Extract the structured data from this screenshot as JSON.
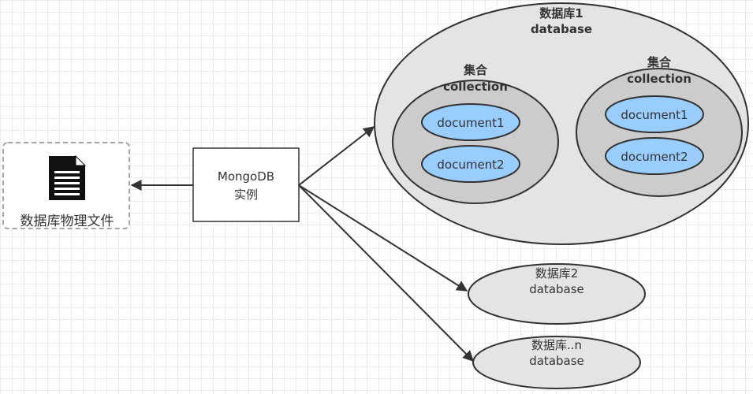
{
  "diagram": {
    "file_label": "数据库物理文件",
    "instance": {
      "line1": "MongoDB",
      "line2": "实例"
    },
    "database1": {
      "name": "数据库1",
      "type": "database",
      "collections": [
        {
          "name": "集合",
          "type": "collection",
          "documents": [
            "document1",
            "document2"
          ]
        },
        {
          "name": "集合",
          "type": "collection",
          "documents": [
            "document1",
            "document2"
          ]
        }
      ]
    },
    "database2": {
      "name": "数据库2",
      "type": "database"
    },
    "databaseN": {
      "name": "数据库..n",
      "type": "database"
    }
  }
}
